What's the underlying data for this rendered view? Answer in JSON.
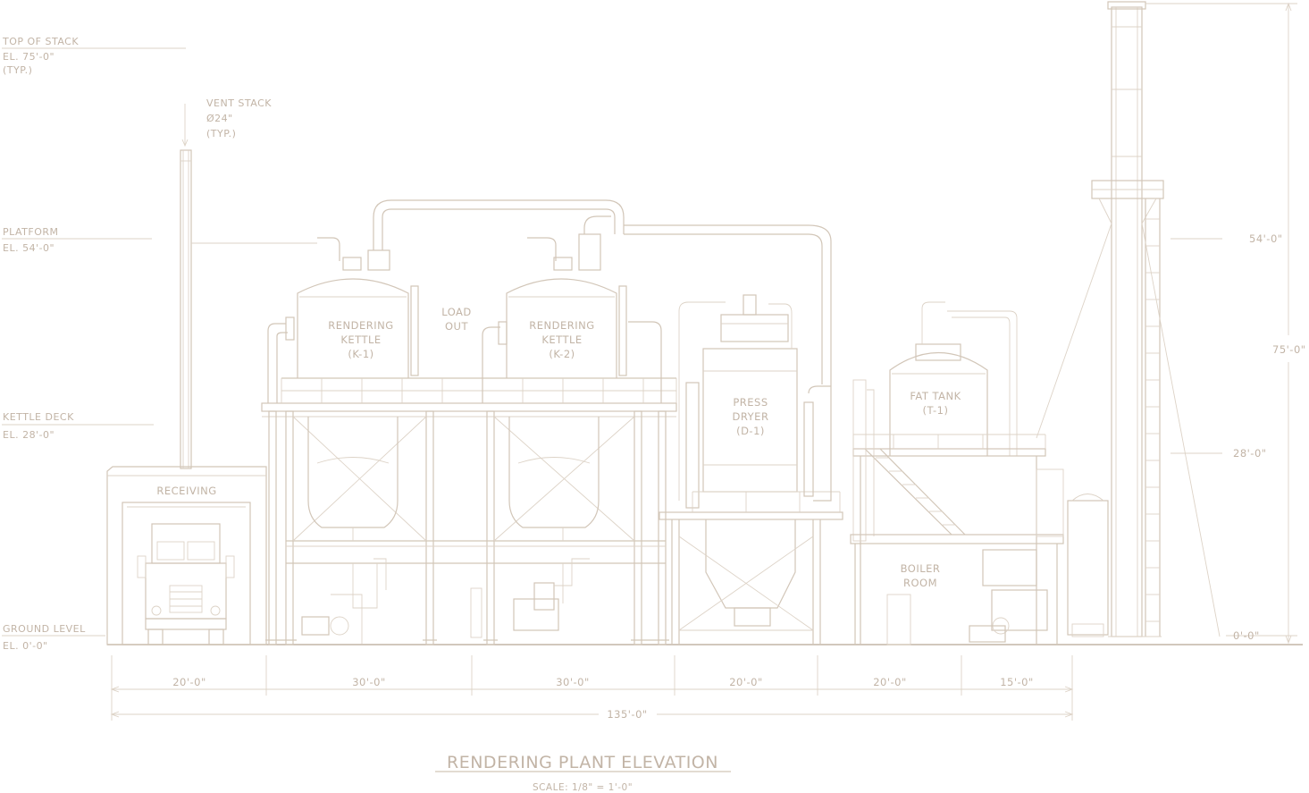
{
  "title": "RENDERING PLANT ELEVATION",
  "scale": "SCALE: 1/8\" = 1'-0\"",
  "level_markers": {
    "top_of_stack": [
      "TOP OF STACK",
      "EL. 75'-0\"",
      "(TYP.)"
    ],
    "platform": [
      "PLATFORM",
      "EL. 54'-0\""
    ],
    "kettle_deck": [
      "KETTLE DECK",
      "EL. 28'-0\""
    ],
    "ground_level": [
      "GROUND LEVEL",
      "EL. 0'-0\""
    ]
  },
  "vent_stack_note": [
    "VENT STACK",
    "Ø24\"",
    "(TYP.)"
  ],
  "equipment": {
    "receiving": "RECEIVING",
    "kettle_1": [
      "RENDERING",
      "KETTLE",
      "(K-1)"
    ],
    "load_out": [
      "LOAD",
      "OUT"
    ],
    "kettle_2": [
      "RENDERING",
      "KETTLE",
      "(K-2)"
    ],
    "press_dryer": [
      "PRESS",
      "DRYER",
      "(D-1)"
    ],
    "fat_tank": [
      "FAT TANK",
      "(T-1)"
    ],
    "boiler_room": [
      "BOILER",
      "ROOM"
    ]
  },
  "vertical_dims": {
    "top": "54'-0\"",
    "total": "75'-0\"",
    "mid": "28'-0\"",
    "base": "0'-0\""
  },
  "horizontal_dims": [
    "20'-0\"",
    "30'-0\"",
    "30'-0\"",
    "20'-0\"",
    "20'-0\"",
    "15'-0\""
  ],
  "overall_dim": "135'-0\""
}
